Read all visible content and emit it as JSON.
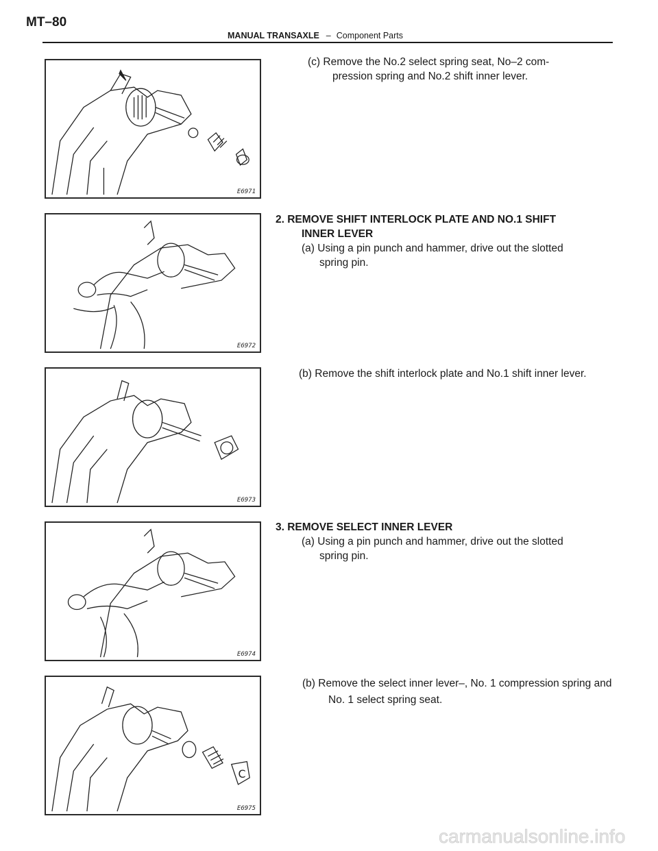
{
  "header": {
    "page_number": "MT–80",
    "section": "MANUAL TRANSAXLE",
    "separator": "–",
    "subsection": "Component Parts"
  },
  "figures": [
    {
      "code": "E6971",
      "icon": "transaxle-exploded-illustration"
    },
    {
      "code": "E6972",
      "icon": "pin-punch-hammer-illustration"
    },
    {
      "code": "E6973",
      "icon": "interlock-plate-removal-illustration"
    },
    {
      "code": "E6974",
      "icon": "pin-punch-hammer-illustration"
    },
    {
      "code": "E6975",
      "icon": "spring-seat-removal-illustration"
    }
  ],
  "steps": {
    "s1c": {
      "line1": "(c) Remove the No.2 select spring seat, No–2 com-",
      "line2": "pression spring and No.2 shift inner lever."
    },
    "s2": {
      "heading_line1": "2. REMOVE SHIFT INTERLOCK PLATE AND NO.1 SHIFT",
      "heading_line2": "INNER LEVER",
      "a_line1": "(a) Using a pin punch and hammer, drive out the slotted",
      "a_line2": "spring pin.",
      "b_line1": "(b) Remove the shift interlock plate and No.1 shift inner lever."
    },
    "s3": {
      "heading_line1": "3. REMOVE SELECT INNER LEVER",
      "a_line1": "(a) Using a pin punch and hammer, drive out the slotted",
      "a_line2": "spring pin.",
      "b_line1": "(b) Remove the select inner lever–, No. 1 compression spring and",
      "b_line2": "No. 1 select spring seat."
    }
  },
  "watermark": "carmanualsonline.info"
}
